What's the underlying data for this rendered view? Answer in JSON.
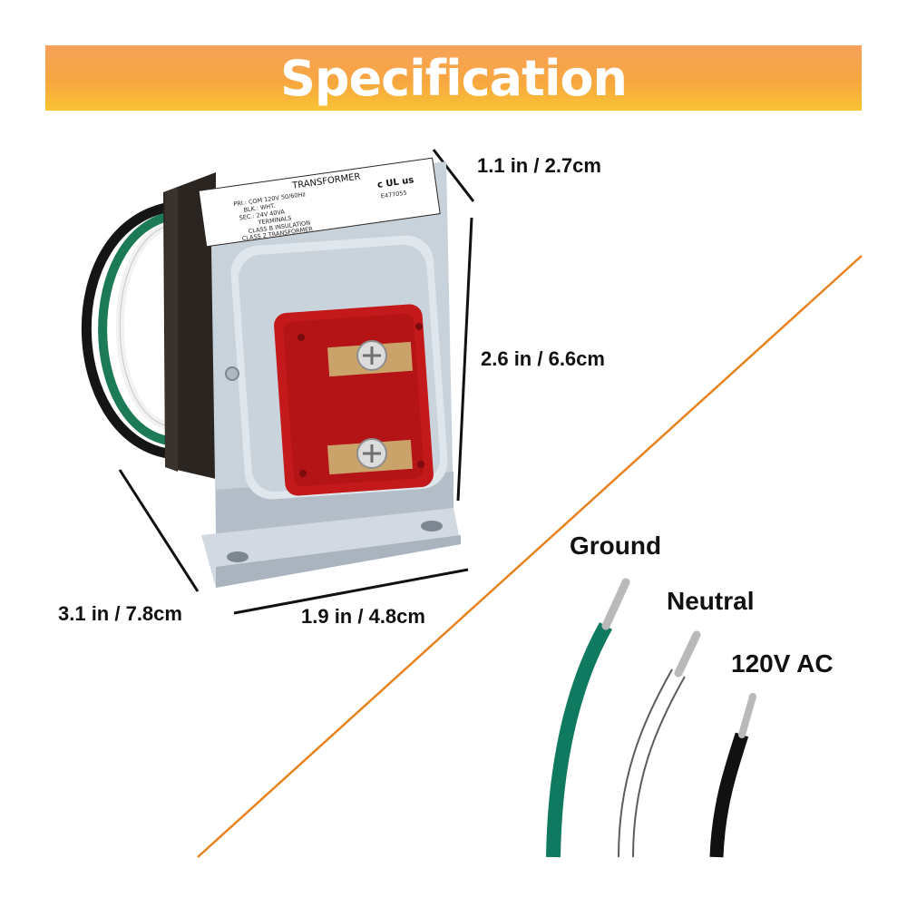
{
  "banner": {
    "title": "Specification"
  },
  "dimensions": {
    "depth": "1.1 in / 2.7cm",
    "height": "2.6 in / 6.6cm",
    "length": "3.1 in / 7.8cm",
    "width": "1.9 in / 4.8cm"
  },
  "label_plate": {
    "title": "TRANSFORMER",
    "line1": "PRI.: COM  120V  50/60Hz",
    "line2": "BLK.: WHT.",
    "line3": "SEC.: 24V  40VA",
    "line4": "TERMINALS",
    "line5": "CLASS B INSULATION",
    "line6": "CLASS 2 TRANSFORMER",
    "cert": "c UL us",
    "code": "E477055"
  },
  "wires": {
    "ground": "Ground",
    "neutral": "Neutral",
    "hot": "120V AC"
  },
  "colors": {
    "banner_start": "#f7a25a",
    "banner_end": "#f9c334",
    "divider": "#e8821e",
    "ground_wire": "#0f7a5f",
    "neutral_wire": "#ffffff",
    "hot_wire": "#111111",
    "terminal_panel": "#c4191b"
  }
}
